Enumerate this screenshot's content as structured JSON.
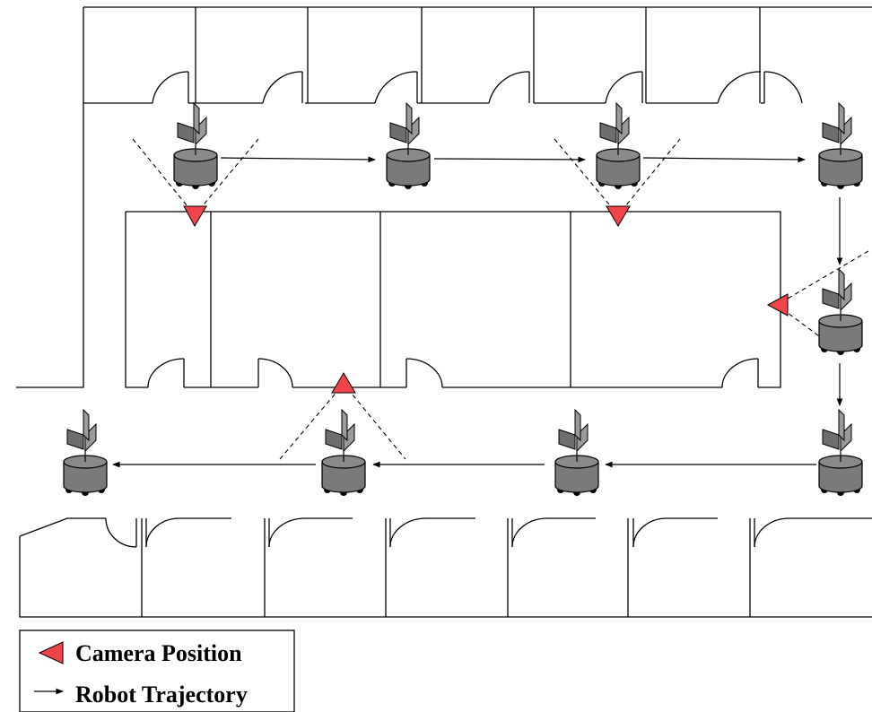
{
  "legend": {
    "camera_label": "Camera Position",
    "trajectory_label": "Robot Trajectory"
  },
  "colors": {
    "camera_marker": "#f0444a",
    "robot": "#7a7a7a",
    "walls": "#000000"
  },
  "icons": {
    "camera": "red-triangle-marker",
    "robot": "cylindrical-robot-with-flag"
  }
}
